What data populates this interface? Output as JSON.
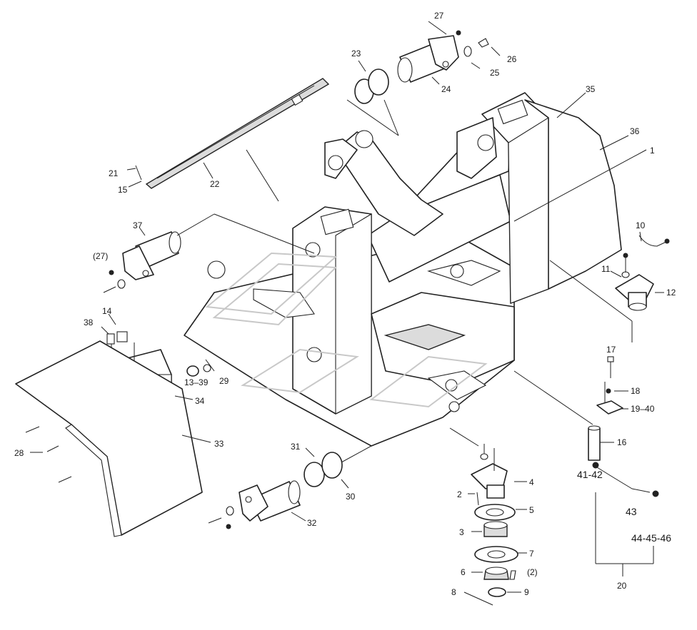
{
  "diagram": {
    "labels": {
      "l1": "1",
      "l2": "2",
      "l3": "3",
      "l4": "4",
      "l5": "5",
      "l6": "6",
      "l7": "7",
      "l8": "8",
      "l9": "9",
      "l10": "10",
      "l11": "11",
      "l12": "12",
      "l13_39": "13–39",
      "l14": "14",
      "l15": "15",
      "l16": "16",
      "l17": "17",
      "l18": "18",
      "l19_40": "19–40",
      "l20": "20",
      "l21": "21",
      "l22": "22",
      "l23": "23",
      "l24": "24",
      "l25": "25",
      "l26": "26",
      "l27": "27",
      "l27p": "(27)",
      "l28": "28",
      "l29": "29",
      "l30": "30",
      "l31": "31",
      "l32": "32",
      "l33": "33",
      "l34": "34",
      "l35": "35",
      "l36": "36",
      "l37": "37",
      "l38": "38",
      "l2p": "(2)",
      "l41_42": "41-42",
      "l43": "43",
      "l44_46": "44-45-46"
    }
  }
}
